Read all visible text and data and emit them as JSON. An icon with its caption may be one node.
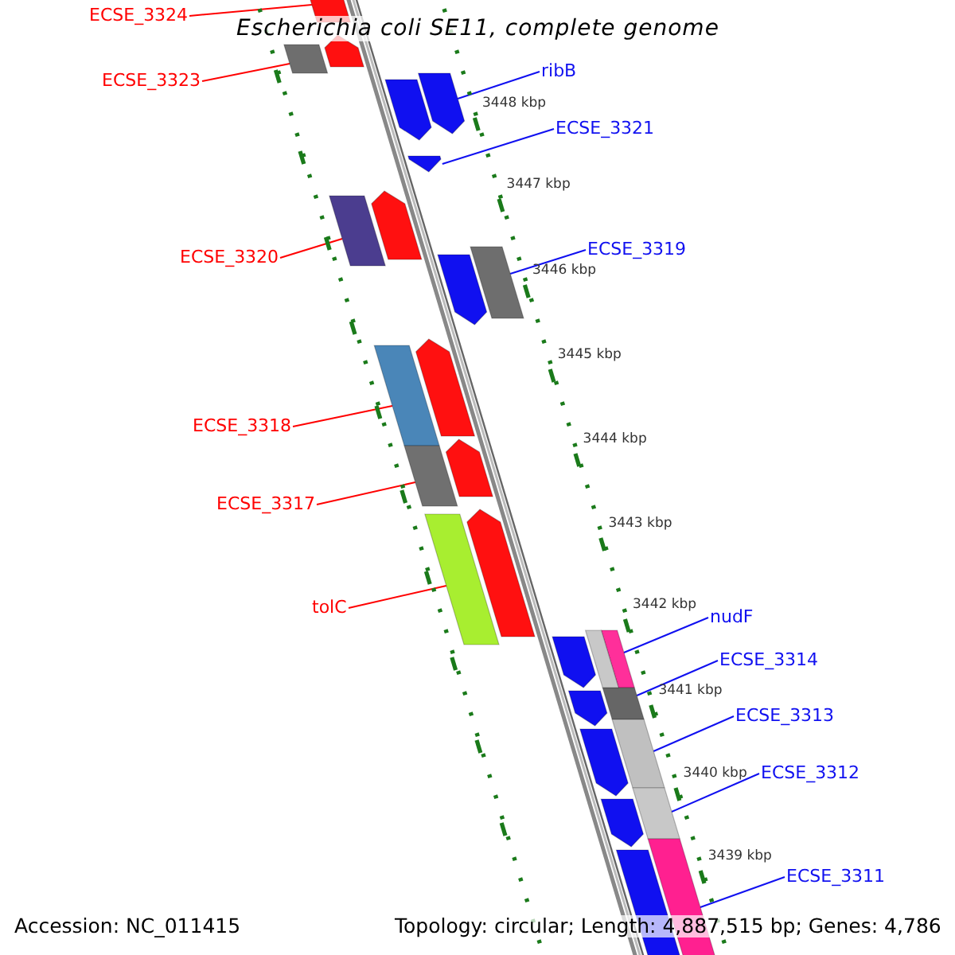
{
  "diagram": {
    "title": "Escherichia coli SE11, complete genome",
    "nodes": [
      {
        "text": [
          "ECSE_3324"
        ]
      },
      {
        "text": [],
        "shape": "pentagon"
      },
      {
        "text": [
          "ECSE_3323"
        ]
      },
      {
        "text": [],
        "shape": "bar"
      },
      {
        "text": [
          "ribB"
        ]
      },
      {
        "text": [],
        "shape": "pentagon"
      },
      {
        "text": [
          "ECSE_3321"
        ]
      },
      {
        "text": [],
        "shape": "pentagon"
      },
      {
        "text": [
          "ECSE_3320"
        ]
      },
      {
        "text": [],
        "shape": "bar"
      },
      {
        "text": [
          "ECSE_3319"
        ]
      },
      {
        "text": [],
        "shape": "bar"
      },
      {
        "text": [
          "ECSE_3318"
        ]
      },
      {
        "text": [],
        "shape": "bar"
      },
      {
        "text": [
          "ECSE_3317"
        ]
      },
      {
        "text": [],
        "shape": "bar"
      },
      {
        "text": [
          "tolC"
        ]
      },
      {
        "text": [],
        "shape": "bar"
      },
      {
        "text": [
          "nudF"
        ]
      },
      {
        "text": [],
        "shape": "bar"
      },
      {
        "text": [
          "ECSE_3314"
        ]
      },
      {
        "text": [],
        "shape": "bar"
      },
      {
        "text": [
          "ECSE_3313"
        ]
      },
      {
        "text": [],
        "shape": "bar"
      },
      {
        "text": [
          "ECSE_3312"
        ]
      },
      {
        "text": [],
        "shape": "bar"
      },
      {
        "text": [
          "ECSE_3311"
        ]
      },
      {
        "text": [],
        "shape": "bar"
      },
      {
        "text": [],
        "shape": "pentagon"
      },
      {
        "text": [],
        "shape": "pentagon"
      },
      {
        "text": [],
        "shape": "pentagon"
      },
      {
        "text": [],
        "shape": "pentagon"
      },
      {
        "text": [],
        "shape": "pentagon"
      },
      {
        "text": [],
        "shape": "pentagon"
      },
      {
        "text": [],
        "shape": "pentagon"
      },
      {
        "text": [],
        "shape": "bar"
      },
      {
        "text": [],
        "shape": "pentagon"
      },
      {
        "text": [],
        "shape": "pentagon"
      },
      {
        "text": [],
        "shape": "pentagon"
      },
      {
        "text": [],
        "shape": "pentagon"
      },
      {
        "text": [],
        "shape": "pentagon"
      }
    ],
    "edges": [
      {
        "from": 0,
        "to": 1,
        "arrow": "none",
        "color": "#ff0000"
      },
      {
        "from": 2,
        "to": 3,
        "arrow": "none",
        "color": "#ff0000"
      },
      {
        "from": 4,
        "to": 5,
        "arrow": "none"
      },
      {
        "from": 6,
        "to": 7,
        "arrow": "none"
      },
      {
        "from": 8,
        "to": 9,
        "arrow": "none",
        "color": "#ff0000"
      },
      {
        "from": 10,
        "to": 11,
        "arrow": "none"
      },
      {
        "from": 12,
        "to": 13,
        "arrow": "none",
        "color": "#ff0000"
      },
      {
        "from": 14,
        "to": 15,
        "arrow": "none",
        "color": "#ff0000"
      },
      {
        "from": 16,
        "to": 17,
        "arrow": "none",
        "color": "#ff0000"
      },
      {
        "from": 18,
        "to": 19,
        "arrow": "none"
      },
      {
        "from": 20,
        "to": 21,
        "arrow": "none"
      },
      {
        "from": 22,
        "to": 23,
        "arrow": "none"
      },
      {
        "from": 24,
        "to": 25,
        "arrow": "none"
      },
      {
        "from": 26,
        "to": 27,
        "arrow": "none"
      }
    ],
    "labels": [
      "3448 kbp",
      "3447 kbp",
      "3446 kbp",
      "3445 kbp",
      "3444 kbp",
      "3443 kbp",
      "3442 kbp",
      "3441 kbp",
      "3440 kbp",
      "3439 kbp",
      "Accession: NC_011415",
      "Topology: circular; Length: 4,887,515 bp; Genes: 4,786"
    ]
  }
}
